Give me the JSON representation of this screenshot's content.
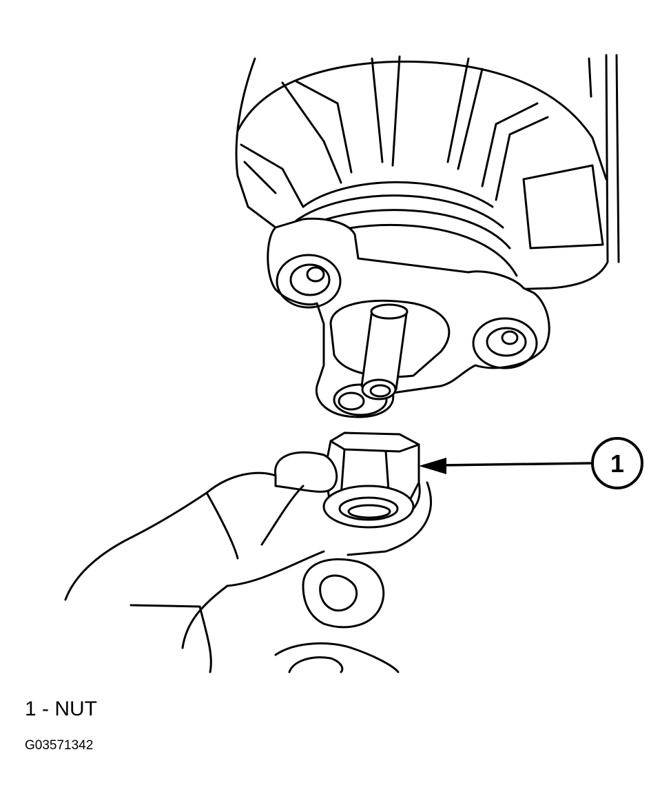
{
  "callout": {
    "number": "1"
  },
  "legend": {
    "text": "1 - NUT"
  },
  "figure": {
    "id": "G03571342"
  }
}
